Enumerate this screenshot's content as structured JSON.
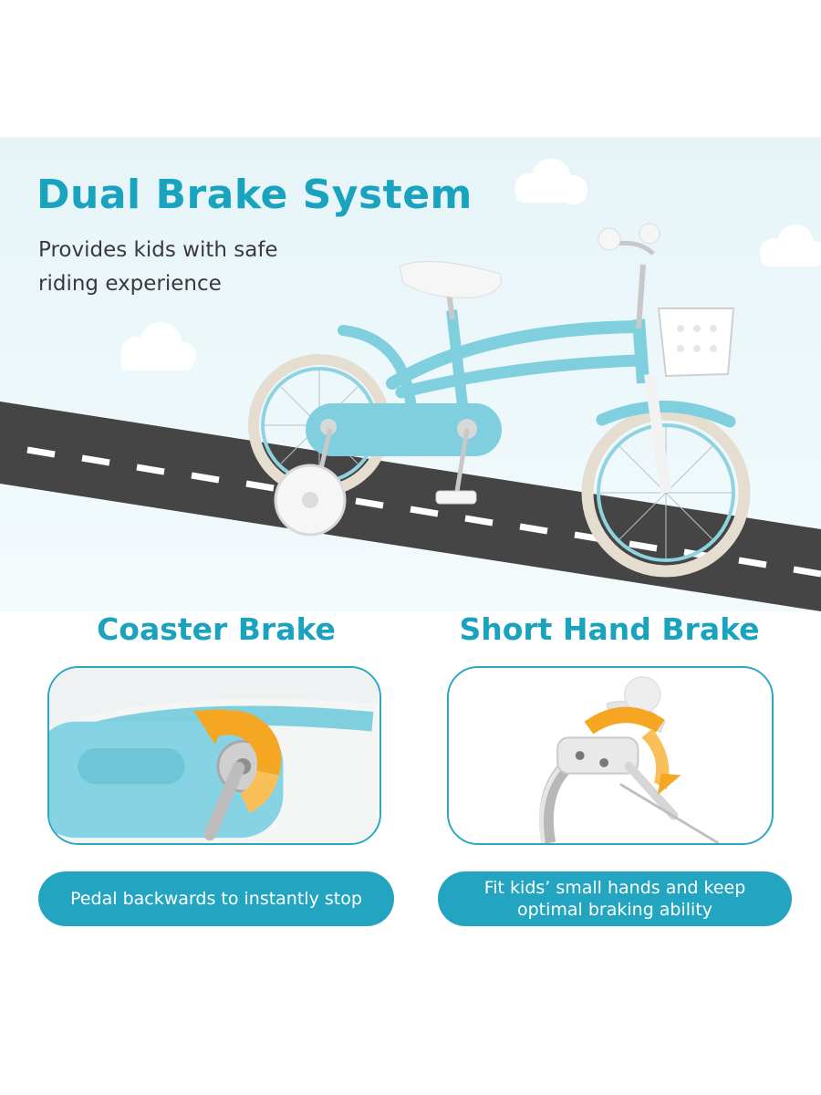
{
  "hero": {
    "title": "Dual Brake System",
    "subtitle": "Provides kids with safe riding experience"
  },
  "features": [
    {
      "title": "Coaster Brake",
      "caption": "Pedal backwards to instantly stop",
      "detail_image": "coaster-brake-closeup"
    },
    {
      "title": "Short Hand Brake",
      "caption_lines": [
        "Fit kids’ small hands and keep",
        "optimal braking ability"
      ],
      "detail_image": "hand-brake-closeup"
    }
  ],
  "colors": {
    "accent": "#1aa3bf",
    "pill": "#23a5c1",
    "bike_frame": "#7fcfdf",
    "road": "#454545",
    "arrow": "#f5a623"
  }
}
